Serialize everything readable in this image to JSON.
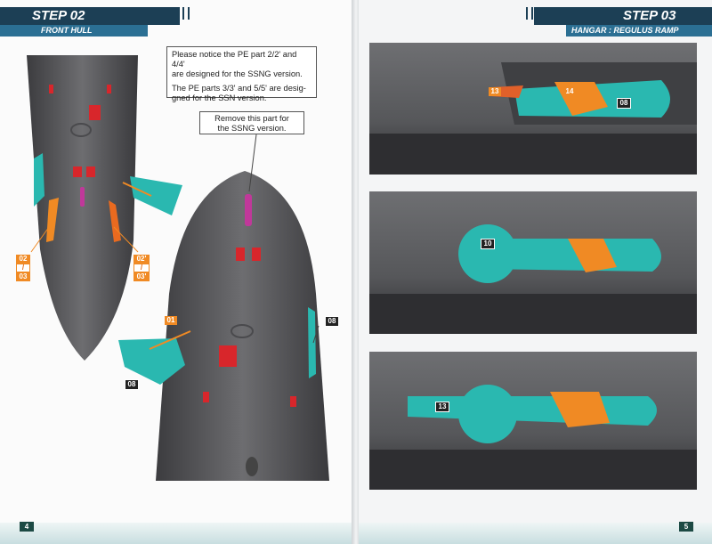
{
  "left_page": {
    "step": "STEP 02",
    "section": "FRONT HULL",
    "note_pe_lines": [
      "Please notice the PE part 2/2' and 4/4'",
      "are designed for the SSNG version.",
      "",
      "The PE parts 3/3' and 5/5' are desig-",
      "gned for the SSN version."
    ],
    "note_remove_lines": [
      "Remove this part for",
      "the SSNG version."
    ],
    "labels": {
      "pe_left_top": "02",
      "pe_left_sep": "/",
      "pe_left_bottom": "03",
      "pe_right_top": "02'",
      "pe_right_sep": "/",
      "pe_right_bottom": "03'",
      "part_01": "01",
      "part_08_left": "08",
      "part_08_right": "08"
    },
    "page_number": "4"
  },
  "right_page": {
    "step": "STEP 03",
    "section": "HANGAR : REGULUS RAMP",
    "panels": [
      {
        "labels": [
          {
            "text": "13",
            "style": "orange"
          },
          {
            "text": "14",
            "style": "orange"
          },
          {
            "text": "08",
            "style": "black"
          }
        ]
      },
      {
        "labels": [
          {
            "text": "10",
            "style": "black"
          }
        ]
      },
      {
        "labels": [
          {
            "text": "13",
            "style": "black"
          }
        ]
      }
    ],
    "page_number": "5"
  },
  "colors": {
    "header_dark": "#1c3f55",
    "header_light": "#2b6f93",
    "hull_grey": "#5f5f62",
    "teal": "#2ab8b0",
    "orange": "#f08a24",
    "red": "#d8262b",
    "magenta": "#c0389a"
  }
}
